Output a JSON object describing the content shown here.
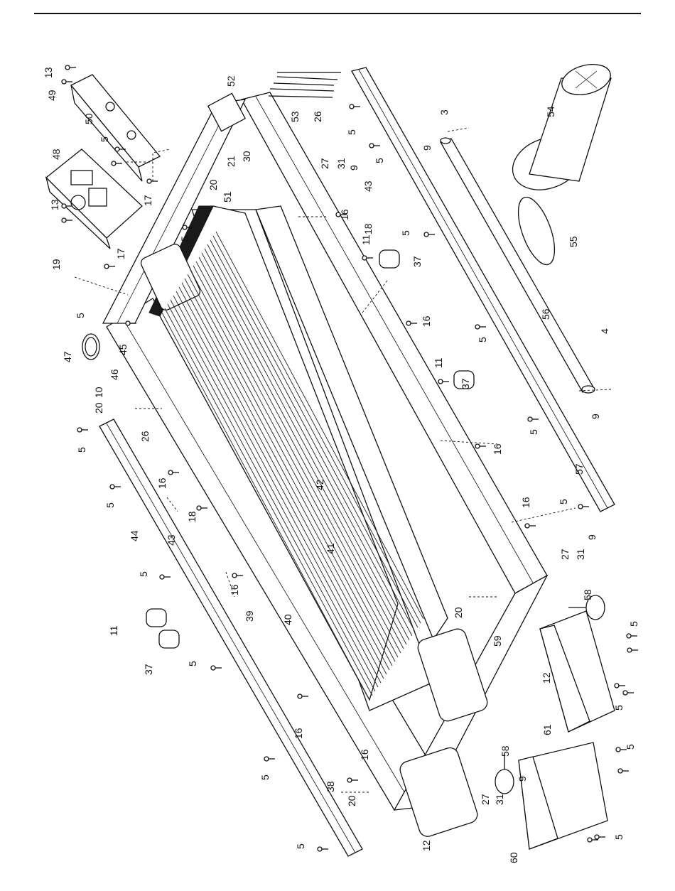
{
  "diagram": {
    "callouts": [
      {
        "id": "c13a",
        "text": "13"
      },
      {
        "id": "c49",
        "text": "49"
      },
      {
        "id": "c50",
        "text": "50"
      },
      {
        "id": "c5a",
        "text": "5"
      },
      {
        "id": "c48",
        "text": "48"
      },
      {
        "id": "c13b",
        "text": "13"
      },
      {
        "id": "c17a",
        "text": "17"
      },
      {
        "id": "c17b",
        "text": "17"
      },
      {
        "id": "c19",
        "text": "19"
      },
      {
        "id": "c5b",
        "text": "5"
      },
      {
        "id": "c47",
        "text": "47"
      },
      {
        "id": "c45",
        "text": "45"
      },
      {
        "id": "c46",
        "text": "46"
      },
      {
        "id": "c10",
        "text": "10"
      },
      {
        "id": "c20a",
        "text": "20"
      },
      {
        "id": "c5c",
        "text": "5"
      },
      {
        "id": "c26a",
        "text": "26"
      },
      {
        "id": "c16a",
        "text": "16"
      },
      {
        "id": "c5d",
        "text": "5"
      },
      {
        "id": "c44",
        "text": "44"
      },
      {
        "id": "c43a",
        "text": "43"
      },
      {
        "id": "c18a",
        "text": "18"
      },
      {
        "id": "c5e",
        "text": "5"
      },
      {
        "id": "c16b",
        "text": "16"
      },
      {
        "id": "c11a",
        "text": "11"
      },
      {
        "id": "c37a",
        "text": "37"
      },
      {
        "id": "c39",
        "text": "39"
      },
      {
        "id": "c40",
        "text": "40"
      },
      {
        "id": "c5f",
        "text": "5"
      },
      {
        "id": "c16c",
        "text": "16"
      },
      {
        "id": "c38",
        "text": "38"
      },
      {
        "id": "c16d",
        "text": "16"
      },
      {
        "id": "c5g",
        "text": "5"
      },
      {
        "id": "c20b",
        "text": "20"
      },
      {
        "id": "c5h",
        "text": "5"
      },
      {
        "id": "c12a",
        "text": "12"
      },
      {
        "id": "c52",
        "text": "52"
      },
      {
        "id": "c53",
        "text": "53"
      },
      {
        "id": "c26b",
        "text": "26"
      },
      {
        "id": "c21",
        "text": "21"
      },
      {
        "id": "c30",
        "text": "30"
      },
      {
        "id": "c27a",
        "text": "27"
      },
      {
        "id": "c31a",
        "text": "31"
      },
      {
        "id": "c9a",
        "text": "9"
      },
      {
        "id": "c20c",
        "text": "20"
      },
      {
        "id": "c51",
        "text": "51"
      },
      {
        "id": "c5i",
        "text": "5"
      },
      {
        "id": "c16e",
        "text": "16"
      },
      {
        "id": "c43b",
        "text": "43"
      },
      {
        "id": "c18b",
        "text": "18"
      },
      {
        "id": "c11b",
        "text": "11"
      },
      {
        "id": "c37b",
        "text": "37"
      },
      {
        "id": "c16f",
        "text": "16"
      },
      {
        "id": "c42",
        "text": "42"
      },
      {
        "id": "c41",
        "text": "41"
      },
      {
        "id": "c11c",
        "text": "11"
      },
      {
        "id": "c37c",
        "text": "37"
      },
      {
        "id": "c16g",
        "text": "16"
      },
      {
        "id": "c16h",
        "text": "16"
      },
      {
        "id": "c20d",
        "text": "20"
      },
      {
        "id": "c59",
        "text": "59"
      },
      {
        "id": "c12b",
        "text": "12"
      },
      {
        "id": "c58a",
        "text": "58"
      },
      {
        "id": "c9b",
        "text": "9"
      },
      {
        "id": "c27b",
        "text": "27"
      },
      {
        "id": "c31b",
        "text": "31"
      },
      {
        "id": "c5j",
        "text": "5"
      },
      {
        "id": "c3",
        "text": "3"
      },
      {
        "id": "c9c",
        "text": "9"
      },
      {
        "id": "c5k",
        "text": "5"
      },
      {
        "id": "c5l",
        "text": "5"
      },
      {
        "id": "c54",
        "text": "54"
      },
      {
        "id": "c55",
        "text": "55"
      },
      {
        "id": "c5m",
        "text": "5"
      },
      {
        "id": "c56",
        "text": "56"
      },
      {
        "id": "c4",
        "text": "4"
      },
      {
        "id": "c9d",
        "text": "9"
      },
      {
        "id": "c5n",
        "text": "5"
      },
      {
        "id": "c57",
        "text": "57"
      },
      {
        "id": "c5o",
        "text": "5"
      },
      {
        "id": "c27c",
        "text": "27"
      },
      {
        "id": "c31c",
        "text": "31"
      },
      {
        "id": "c9e",
        "text": "9"
      },
      {
        "id": "c58b",
        "text": "58"
      },
      {
        "id": "c5p",
        "text": "5"
      },
      {
        "id": "c5q",
        "text": "5"
      },
      {
        "id": "c61",
        "text": "61"
      },
      {
        "id": "c5r",
        "text": "5"
      },
      {
        "id": "c5s",
        "text": "5"
      },
      {
        "id": "c60",
        "text": "60"
      }
    ]
  }
}
